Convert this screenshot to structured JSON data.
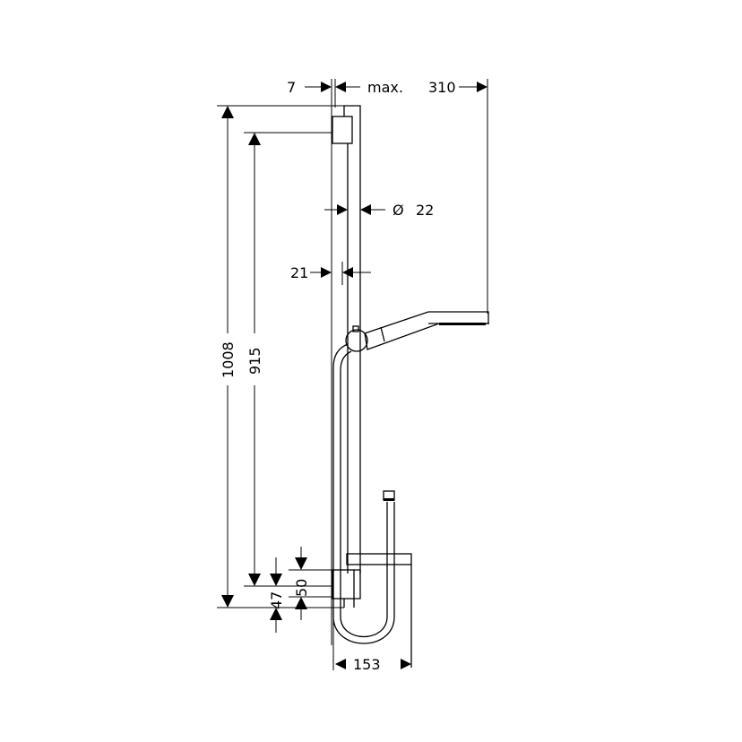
{
  "drawing": {
    "subject": "shower rail set dimension drawing",
    "units": "mm",
    "background": "#ffffff",
    "line_color": "#000000",
    "dimensions": {
      "overall_height": "1008",
      "bracket_spacing": "915",
      "wall_offset_top": "7",
      "max_label": "max.",
      "max_projection": "310",
      "diameter_symbol": "Ø",
      "rail_diameter": "22",
      "rail_wall_gap": "21",
      "lower_bracket_height": "50",
      "lower_offset": "47",
      "shelf_width": "153"
    }
  }
}
